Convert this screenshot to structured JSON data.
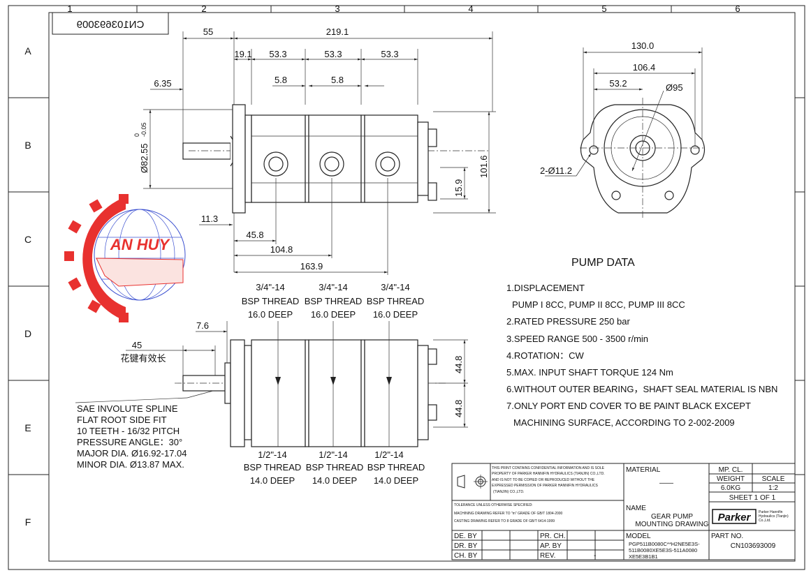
{
  "frame": {
    "columns": [
      "1",
      "2",
      "3",
      "4",
      "5",
      "6"
    ],
    "rows": [
      "A",
      "B",
      "C",
      "D",
      "E",
      "F"
    ],
    "mirrored_number": "CN103693009"
  },
  "logo": {
    "text": "AN HUY",
    "colors": {
      "gear": "#e8312f",
      "globe": "#3a4fd0"
    }
  },
  "top_view": {
    "dims": {
      "d55": "55",
      "d219": "219.1",
      "d19": "19.1",
      "d53a": "53.3",
      "d53b": "53.3",
      "d53c": "53.3",
      "d58a": "5.8",
      "d58b": "5.8",
      "d635": "6.35",
      "dia": "Ø82.55",
      "tol_up": "0",
      "tol_dn": "-0.05",
      "d1016": "101.6",
      "d159": "15.9",
      "d113": "11.3",
      "d458": "45.8",
      "d1048": "104.8",
      "d1639": "163.9"
    }
  },
  "end_view": {
    "dims": {
      "d130": "130.0",
      "d1064": "106.4",
      "d532": "53.2",
      "d95": "Ø95",
      "holes": "2-Ø11.2"
    }
  },
  "bottom_view": {
    "top_ports": [
      {
        "size": "3/4\"-14",
        "thread": "BSP THREAD",
        "depth": "16.0 DEEP"
      },
      {
        "size": "3/4\"-14",
        "thread": "BSP THREAD",
        "depth": "16.0 DEEP"
      },
      {
        "size": "3/4\"-14",
        "thread": "BSP THREAD",
        "depth": "16.0 DEEP"
      }
    ],
    "bottom_ports": [
      {
        "size": "1/2\"-14",
        "thread": "BSP THREAD",
        "depth": "14.0 DEEP"
      },
      {
        "size": "1/2\"-14",
        "thread": "BSP THREAD",
        "depth": "14.0 DEEP"
      },
      {
        "size": "1/2\"-14",
        "thread": "BSP THREAD",
        "depth": "14.0 DEEP"
      }
    ],
    "dims": {
      "d76": "7.6",
      "d45": "45",
      "spline_len": "花键有效长",
      "d448a": "44.8",
      "d448b": "44.8"
    },
    "spline_notes": [
      "SAE INVOLUTE SPLINE",
      "FLAT ROOT SIDE FIT",
      "10 TEETH - 16/32 PITCH",
      "PRESSURE ANGLE：30°",
      "MAJOR DIA. Ø16.92-17.04",
      "MINOR DIA. Ø13.87 MAX."
    ]
  },
  "pump_data": {
    "title": "PUMP DATA",
    "lines": [
      "1.DISPLACEMENT",
      "PUMP I 8CC, PUMP II 8CC, PUMP III 8CC",
      "2.RATED PRESSURE 250 bar",
      "3.SPEED RANGE 500 - 3500 r/min",
      "4.ROTATION：CW",
      "5.MAX. INPUT SHAFT TORQUE 124 Nm",
      "6.WITHOUT OUTER BEARING，SHAFT SEAL MATERIAL IS NBN",
      "7.ONLY PORT END COVER TO BE PAINT BLACK EXCEPT",
      "MACHINING SURFACE, ACCORDING TO 2-002-2009"
    ]
  },
  "title_block": {
    "confidential": [
      "THIS PRINT CONTAINS CONFIDENTIAL INFORMATION AND IS SOLE",
      "PROPERTY OF PARKER HANNIFIN HYDRAULICS (TIANJIN) CO.,LTD.",
      "AND IS NOT TO BE COPIED OR  REPRODUCED WITHOUT THE",
      "EXPRESSED PERMISSION OF PARKER HANNIFIN HYDRAULICS",
      "(TIANJIN) CO.,LTD."
    ],
    "tolerance": [
      "TOLERANCE UNLESS OTHERWISE SPECIFIED:",
      "MACHINING DRAWING REFER TO \"m\" GRADE OF GB/T 1804-2000",
      "CASTING DRAWING REFER TO 8 GRADE OF GB/T 6414-1999"
    ],
    "material_label": "MATERIAL",
    "material_value": "——",
    "mp_cl": "MP. CL.",
    "weight_label": "WEIGHT",
    "weight_value": "6.0KG",
    "scale_label": "SCALE",
    "scale_value": "1:2",
    "sheet": "SHEET 1 OF 1",
    "name_label": "NAME",
    "name_line1": "GEAR PUMP",
    "name_line2": "MOUNTING DRAWING",
    "company_logo": "Parker",
    "company_lines": [
      "Parker Hannifin",
      "Hydraulics (Tianjin)",
      "Co.,Ltd."
    ],
    "de_by": "DE. BY",
    "dr_by": "DR. BY",
    "ch_by": "CH. BY",
    "pr_ch": "PR. CH.",
    "ap_by": "AP. BY",
    "rev": "REV.",
    "rev_value": "-",
    "model_label": "MODEL",
    "model_lines": [
      "PGP511B0080C**H2NE5E3S-",
      "511B0080XE5E3S-511A0080",
      "XE5E3B1B1"
    ],
    "part_label": "PART NO.",
    "part_value": "CN103693009"
  }
}
